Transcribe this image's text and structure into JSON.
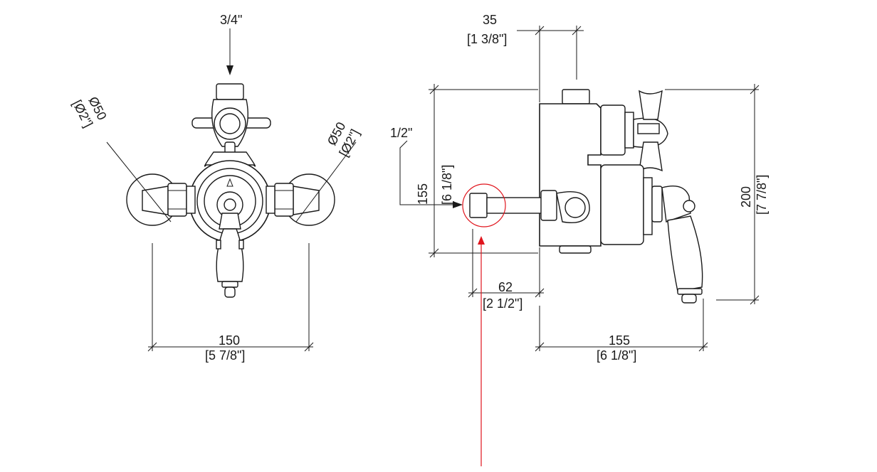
{
  "front_view": {
    "inlet_label": "3/4\"",
    "left_diameter": {
      "mm": "Ø50",
      "in": "[Ø2\"]"
    },
    "right_diameter": {
      "mm": "Ø50",
      "in": "[Ø2\"]"
    },
    "width": {
      "mm": "150",
      "in": "[5 7/8\"]"
    }
  },
  "side_view": {
    "depth_top": {
      "mm": "35",
      "in": "[1 3/8\"]"
    },
    "outlet_label": "1/2\"",
    "outlet_height": {
      "mm": "155",
      "in": "[6 1/8\"]"
    },
    "outlet_projection": {
      "mm": "62",
      "in": "[2 1/2\"]"
    },
    "lever_projection": {
      "mm": "155",
      "in": "[6 1/8\"]"
    },
    "overall_height": {
      "mm": "200",
      "in": "[7 7/8\"]"
    }
  },
  "colors": {
    "line": "#1a1a1a",
    "highlight": "#e0151d",
    "background": "#ffffff"
  }
}
